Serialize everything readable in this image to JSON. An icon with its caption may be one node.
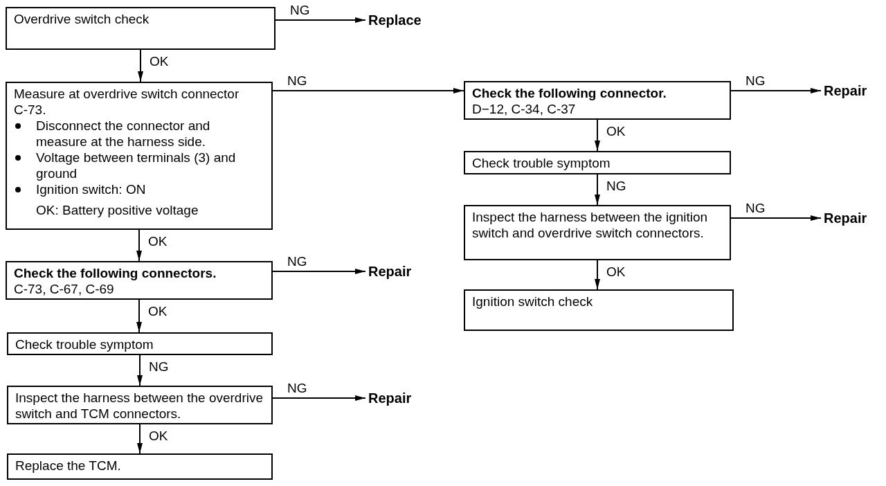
{
  "diagram": {
    "nodes": [
      {
        "text": [
          "Overdrive switch check"
        ]
      },
      {
        "text": [
          "Replace"
        ]
      },
      {
        "text": [
          "Measure at overdrive switch connector C-73.",
          "Disconnect the connector and measure at the harness side.",
          "Voltage between terminals (3) and ground",
          "Ignition switch: ON",
          "OK: Battery positive voltage"
        ]
      },
      {
        "text": [
          "Check the following connectors.",
          "C-73, C-67, C-69"
        ]
      },
      {
        "text": [
          "Repair"
        ]
      },
      {
        "text": [
          "Check trouble symptom"
        ]
      },
      {
        "text": [
          "Inspect the harness between the overdrive switch and TCM connectors."
        ]
      },
      {
        "text": [
          "Repair"
        ]
      },
      {
        "text": [
          "Replace the TCM."
        ]
      },
      {
        "text": [
          "Check the following connector.",
          "D−12, C-34, C-37"
        ]
      },
      {
        "text": [
          "Repair"
        ]
      },
      {
        "text": [
          "Check trouble symptom"
        ]
      },
      {
        "text": [
          "Inspect the harness between the ignition switch and overdrive switch connectors."
        ]
      },
      {
        "text": [
          "Repair"
        ]
      },
      {
        "text": [
          "Ignition switch check"
        ]
      }
    ],
    "edges": [
      {
        "from": 0,
        "to": 1,
        "label": "NG",
        "arrow": "to"
      },
      {
        "from": 0,
        "to": 2,
        "label": "OK",
        "arrow": "to"
      },
      {
        "from": 2,
        "to": 9,
        "label": "NG",
        "arrow": "to"
      },
      {
        "from": 2,
        "to": 3,
        "label": "OK",
        "arrow": "to"
      },
      {
        "from": 3,
        "to": 4,
        "label": "NG",
        "arrow": "to"
      },
      {
        "from": 3,
        "to": 5,
        "label": "OK",
        "arrow": "to"
      },
      {
        "from": 5,
        "to": 6,
        "label": "NG",
        "arrow": "to"
      },
      {
        "from": 6,
        "to": 7,
        "label": "NG",
        "arrow": "to"
      },
      {
        "from": 6,
        "to": 8,
        "label": "OK",
        "arrow": "to"
      },
      {
        "from": 9,
        "to": 10,
        "label": "NG",
        "arrow": "to"
      },
      {
        "from": 9,
        "to": 11,
        "label": "OK",
        "arrow": "to"
      },
      {
        "from": 11,
        "to": 12,
        "label": "NG",
        "arrow": "to"
      },
      {
        "from": 12,
        "to": 13,
        "label": "NG",
        "arrow": "to"
      },
      {
        "from": 12,
        "to": 14,
        "label": "OK",
        "arrow": "to"
      }
    ]
  }
}
